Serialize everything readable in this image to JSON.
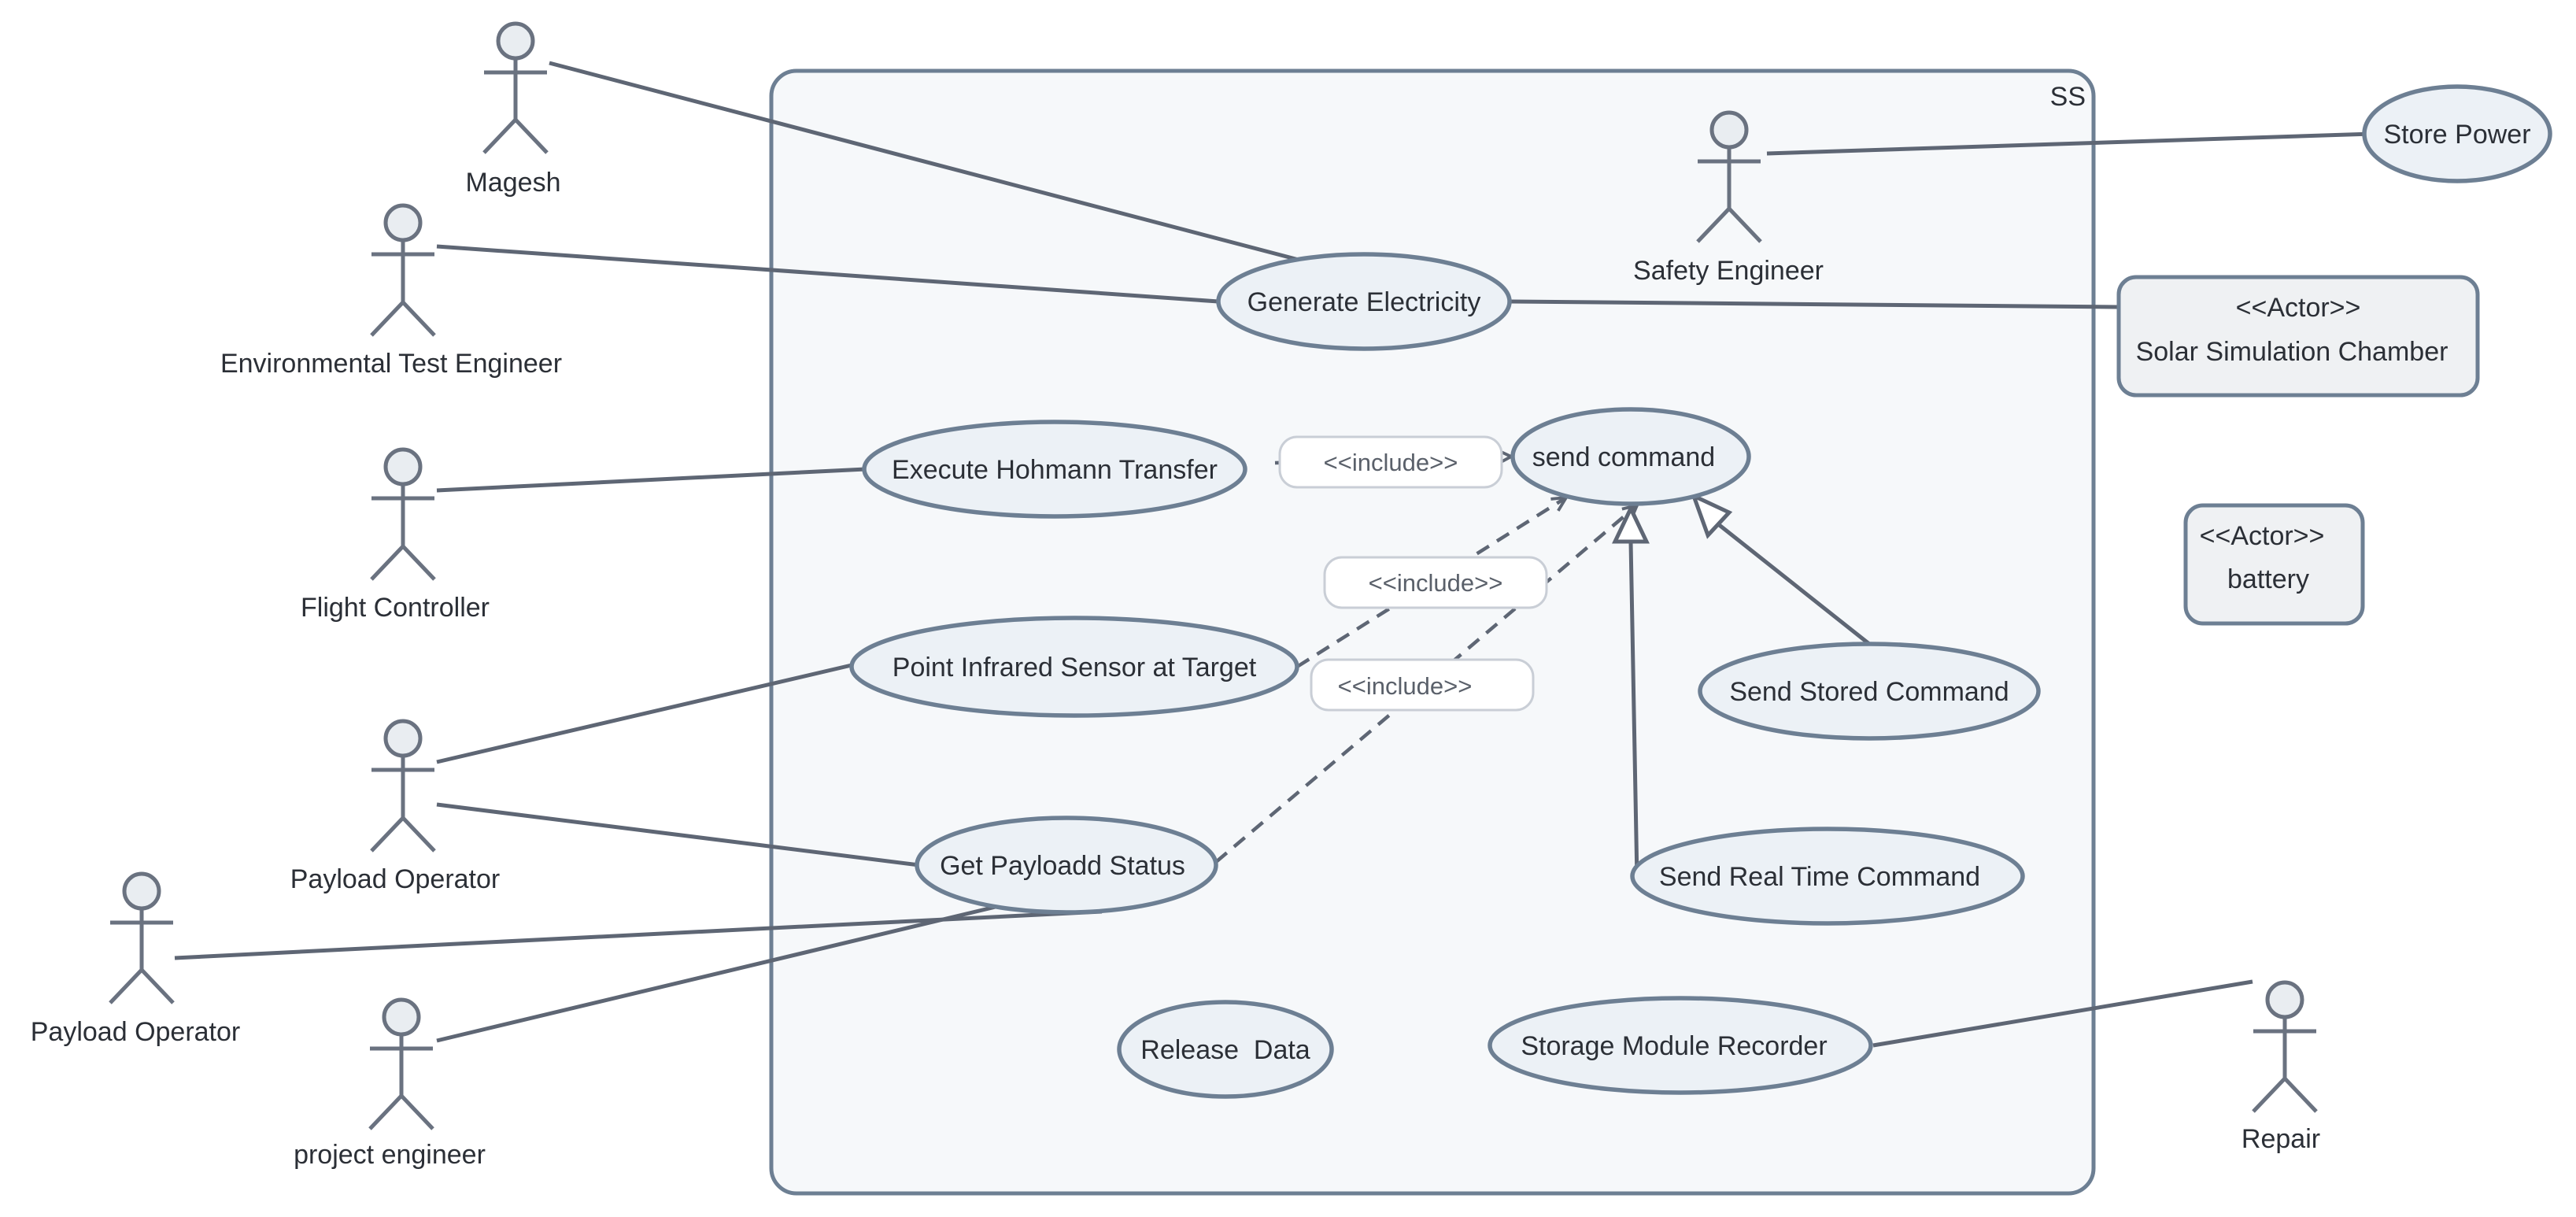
{
  "system": {
    "name": "SS"
  },
  "actors": [
    {
      "id": "magesh",
      "label": "Magesh"
    },
    {
      "id": "env",
      "label": "Environmental Test Engineer"
    },
    {
      "id": "flight",
      "label": "Flight Controller"
    },
    {
      "id": "payload1",
      "label": "Payload Operator"
    },
    {
      "id": "payload2",
      "label": "Payload Operator"
    },
    {
      "id": "project",
      "label": "project engineer"
    },
    {
      "id": "safety",
      "label": "Safety Engineer"
    },
    {
      "id": "repair",
      "label": "Repair"
    }
  ],
  "box_actors": [
    {
      "id": "solar",
      "stereotype": "<<Actor>>",
      "label": "Solar Simulation Chamber"
    },
    {
      "id": "battery",
      "stereotype": "<<Actor>>",
      "label": "battery"
    }
  ],
  "use_cases": [
    {
      "id": "gen_elec",
      "label": "Generate Electricity"
    },
    {
      "id": "hohmann",
      "label": "Execute Hohmann Transfer"
    },
    {
      "id": "send_cmd",
      "label": "send command"
    },
    {
      "id": "infrared",
      "label": "Point Infrared Sensor at Target"
    },
    {
      "id": "stored_cmd",
      "label": "Send Stored Command"
    },
    {
      "id": "payload_status",
      "label": "Get Payloadd Status"
    },
    {
      "id": "realtime_cmd",
      "label": "Send Real Time Command"
    },
    {
      "id": "release",
      "label": "Release  Data"
    },
    {
      "id": "storage",
      "label": "Storage Module Recorder"
    },
    {
      "id": "store_power",
      "label": "Store Power"
    }
  ],
  "includes": [
    {
      "from": "hohmann",
      "to": "send_cmd",
      "label": "<<include>>"
    },
    {
      "from": "infrared",
      "to": "send_cmd",
      "label": "<<include>>"
    },
    {
      "from": "payload_status",
      "to": "send_cmd",
      "label": "<<include>>"
    }
  ],
  "generalizations": [
    {
      "child": "stored_cmd",
      "parent": "send_cmd"
    },
    {
      "child": "realtime_cmd",
      "parent": "send_cmd"
    }
  ],
  "associations": [
    {
      "from": "magesh",
      "to": "gen_elec"
    },
    {
      "from": "env",
      "to": "gen_elec"
    },
    {
      "from": "gen_elec",
      "to": "solar"
    },
    {
      "from": "flight",
      "to": "hohmann"
    },
    {
      "from": "payload1",
      "to": "infrared"
    },
    {
      "from": "payload1",
      "to": "payload_status"
    },
    {
      "from": "payload2",
      "to": "payload_status"
    },
    {
      "from": "project",
      "to": "payload_status"
    },
    {
      "from": "safety",
      "to": "store_power"
    },
    {
      "from": "storage",
      "to": "repair"
    }
  ]
}
